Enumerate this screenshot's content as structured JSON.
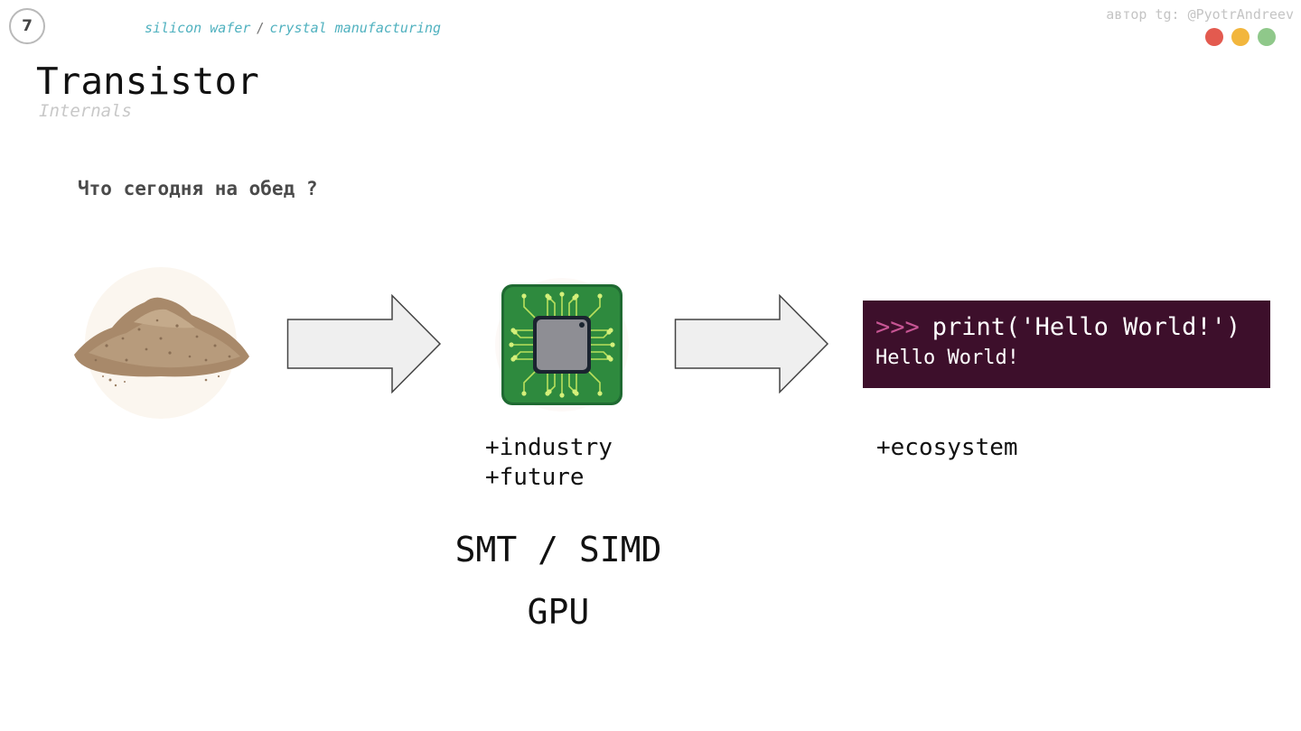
{
  "header": {
    "slide_number": "7",
    "breadcrumb": {
      "first": "silicon wafer",
      "separator": "/",
      "second": "crystal manufacturing"
    },
    "author": "автор tg: @PyotrAndreev",
    "window_dots": [
      "#e35a4f",
      "#f2b63d",
      "#8fc88a"
    ]
  },
  "title": "Transistor",
  "subtitle": "Internals",
  "question": "Что сегодня на обед ?",
  "diagram": {
    "sand_icon": "sand-pile-icon",
    "chip_icon": "cpu-chip-icon",
    "arrow_icon": "right-arrow-icon",
    "chip_notes": [
      "+industry",
      "+future"
    ],
    "terminal": {
      "prompt": ">>>",
      "command": "print('Hello World!')",
      "output": "Hello World!",
      "background": "#3d0f2b",
      "prompt_color": "#c75594"
    },
    "ecosystem_note": "+ecosystem"
  },
  "topics": {
    "smt_simd": "SMT / SIMD",
    "gpu": "GPU"
  }
}
